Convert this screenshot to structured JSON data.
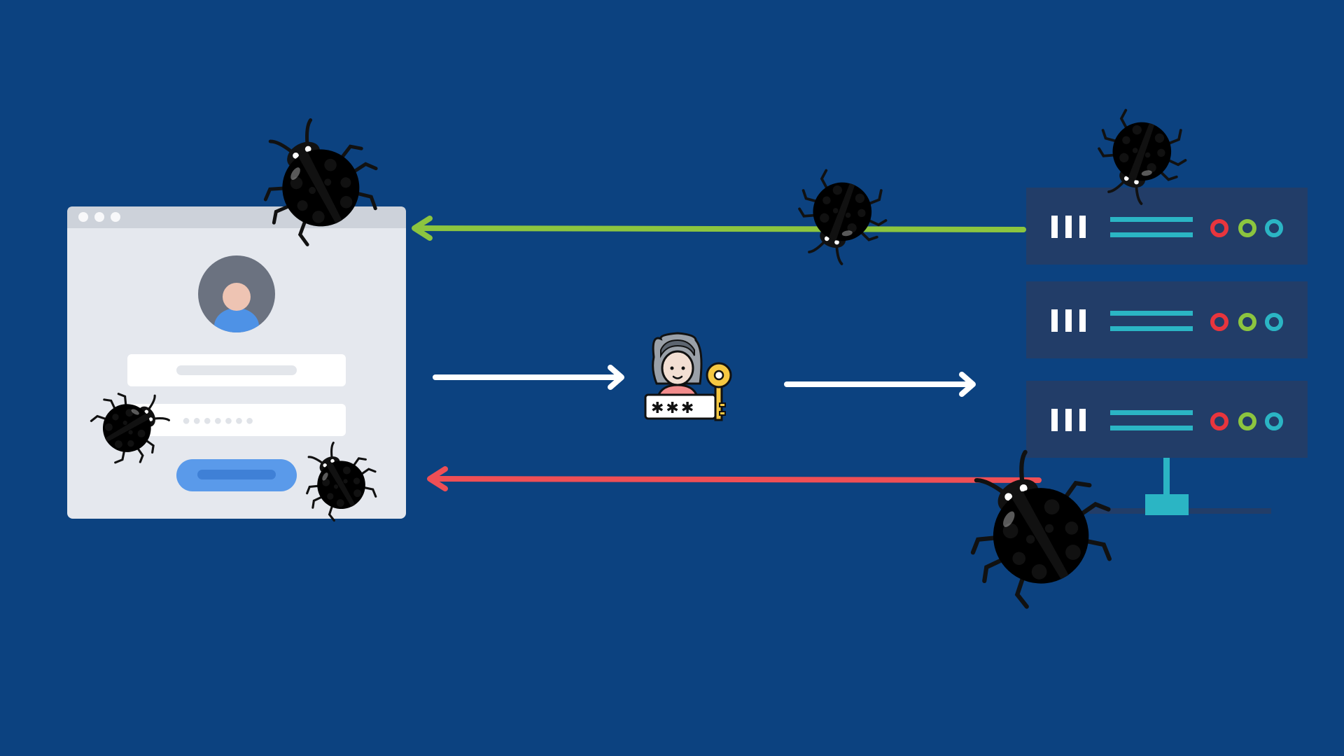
{
  "colors": {
    "background": "#0c4280",
    "browser_window": "#e5e8ee",
    "browser_titlebar": "#cdd2da",
    "avatar_bg": "#6b7280",
    "avatar_face": "#eec4b3",
    "avatar_body": "#4e92e6",
    "input_field": "#ffffff",
    "placeholder_line": "#e3e6eb",
    "submit_button": "#5a9aea",
    "submit_button_bar": "#3f80d6",
    "server_panel": "#223d68",
    "server_stand": "#2bb5c4",
    "response_arrow": "#8cc53f",
    "error_arrow": "#ef4f55",
    "request_arrow": "#ffffff",
    "led_red": "#e8353d",
    "led_green": "#8cc53f",
    "led_teal": "#2bb5c4",
    "ladybug_red": "#d82a20",
    "ladybug_pink": "#ee3c9a"
  },
  "diagram": {
    "browser": {
      "masked_password": "●●●●●●●"
    },
    "user_icon": {
      "password_mask": "✱✱✱"
    },
    "server_rack": {
      "unit_count": 3
    },
    "arrows": [
      {
        "name": "server-to-browser-response",
        "direction": "left",
        "color": "green"
      },
      {
        "name": "browser-to-user-request",
        "direction": "right",
        "color": "white"
      },
      {
        "name": "user-to-server-request",
        "direction": "right",
        "color": "white"
      },
      {
        "name": "server-to-browser-error",
        "direction": "left",
        "color": "red"
      }
    ],
    "ladybug_count": 6
  }
}
